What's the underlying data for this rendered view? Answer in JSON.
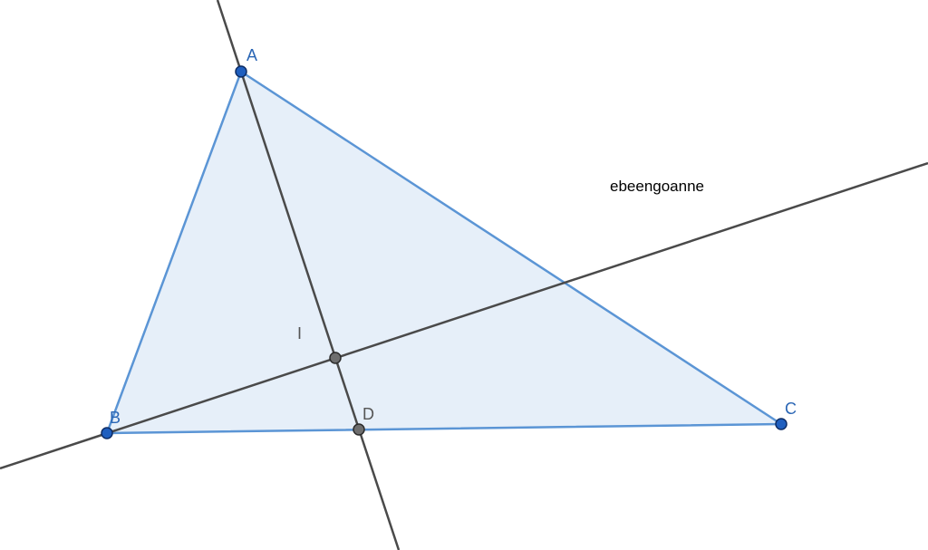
{
  "diagram": {
    "colors": {
      "polygon_fill": "#e6eff9",
      "polygon_stroke": "#5b95d5",
      "line": "#4a4a4a",
      "free_point_fill": "#1f5fbf",
      "free_point_stroke": "#0d2d66",
      "dependent_point_fill": "#6e6e6e",
      "dependent_point_stroke": "#2b2b2b",
      "free_label": "#2a66b5",
      "dependent_label": "#555555"
    },
    "points": {
      "A": {
        "label": "A"
      },
      "B": {
        "label": "B"
      },
      "C": {
        "label": "C"
      },
      "I": {
        "label": "I"
      },
      "D": {
        "label": "D"
      }
    },
    "text": "ebeengoanne"
  }
}
